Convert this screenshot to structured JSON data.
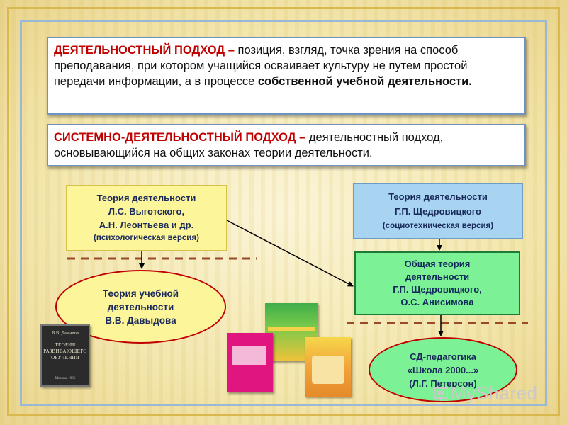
{
  "definitions": {
    "activity_approach": {
      "term": "ДЕЯТЕЛЬНОСТНЫЙ ПОДХОД",
      "dash": " – ",
      "text": "позиция, взгляд, точка зрения на способ преподавания, при котором учащийся осваивает культуру не путем простой передачи информации, а в процессе ",
      "emphasis": "собственной учебной деятельности."
    },
    "system_activity_approach": {
      "term": "СИСТЕМНО-ДЕЯТЕЛЬНОСТНЫЙ ПОДХОД",
      "dash": " – ",
      "text": "деятельностный подход, основывающийся на общих законах теории деятельности."
    }
  },
  "nodes": {
    "vygotsky": {
      "line1": "Теория деятельности",
      "line2": "Л.С. Выготского,",
      "line3": "А.Н. Леонтьева и др.",
      "line4": "(психологическая версия)"
    },
    "shchedrovitsky": {
      "line1": "Теория деятельности",
      "line2": "Г.П. Щедровицкого",
      "line3": "(социотехническая версия)"
    },
    "general_theory": {
      "line1": "Общая теория",
      "line2": "деятельности",
      "line3": "Г.П. Щедровицкого,",
      "line4": "О.С. Анисимова"
    },
    "davydov": {
      "line1": "Теория учебной",
      "line2": "деятельности",
      "line3": "В.В. Давыдова"
    },
    "school2000": {
      "line1": "СД-педагогика",
      "line2": "«Школа 2000...»",
      "line3": "(Л.Г. Петерсон)"
    }
  },
  "book": {
    "author": "В.В. Давыдов",
    "title_line1": "ТЕОРИЯ",
    "title_line2": "РАЗВИВАЮЩЕГО",
    "title_line3": "ОБУЧЕНИЯ",
    "imprint": "Москва, 1996"
  },
  "watermark": {
    "text": "MyShared",
    "icon": "myshared-logo-icon"
  },
  "colors": {
    "term_red": "#c00000",
    "yellow_box": "#fdf59a",
    "blue_box": "#a8d4f2",
    "green_box": "#7df196",
    "ellipse_border": "#c00000",
    "divider_brown": "#9a4a2a"
  }
}
